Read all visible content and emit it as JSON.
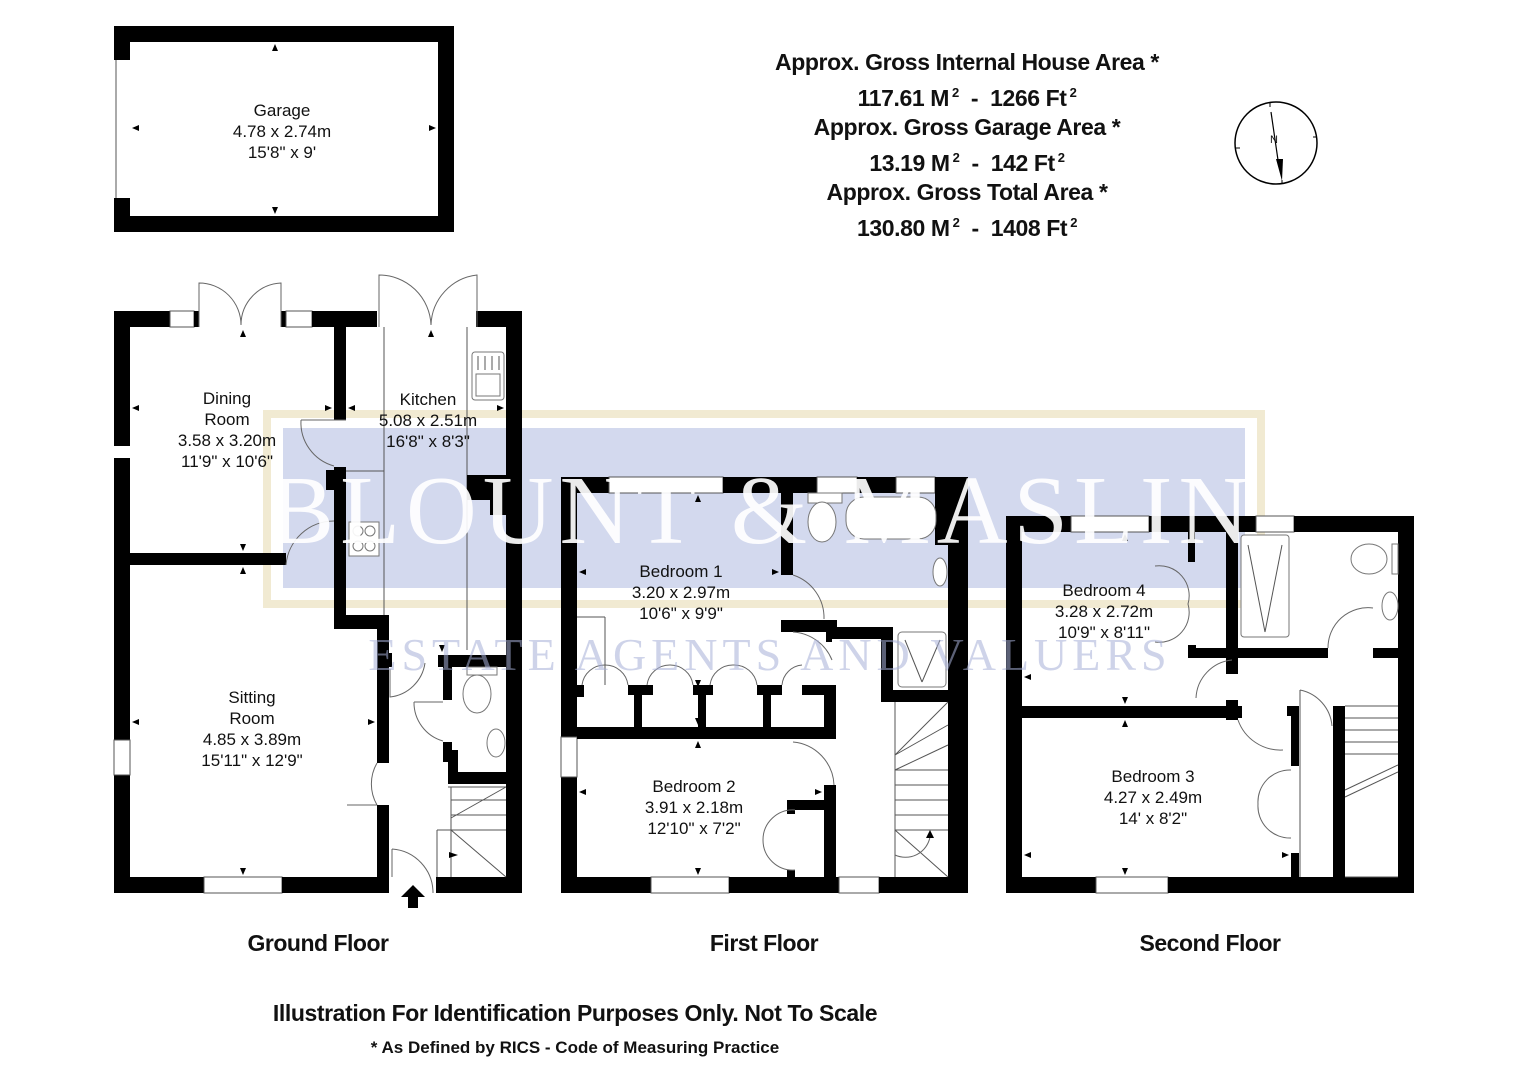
{
  "areas": {
    "house_label": "Approx. Gross Internal House Area *",
    "house_metric": "117.61 M",
    "house_imperial": "1266 Ft",
    "garage_label": "Approx. Gross Garage Area *",
    "garage_metric": "13.19 M",
    "garage_imperial": "142 Ft",
    "total_label": "Approx. Gross Total Area *",
    "total_metric": "130.80 M",
    "total_imperial": "1408 Ft",
    "squared": "2",
    "separator": "-"
  },
  "compass": {
    "icon": "north-compass-icon",
    "label": "N"
  },
  "watermark": {
    "name": "BLOUNT & MASLIN",
    "subtitle": "ESTATE AGENTS AND VALUERS",
    "colors": {
      "panel": "#d3d9ee",
      "border": "#f1ead2"
    }
  },
  "rooms": {
    "garage": {
      "name": "Garage",
      "metric": "4.78 x 2.74m",
      "imperial": "15'8\" x 9'"
    },
    "dining": {
      "name_line1": "Dining",
      "name_line2": "Room",
      "metric": "3.58 x 3.20m",
      "imperial": "11'9\" x 10'6\""
    },
    "kitchen": {
      "name": "Kitchen",
      "metric": "5.08 x 2.51m",
      "imperial": "16'8\" x 8'3\""
    },
    "sitting": {
      "name_line1": "Sitting",
      "name_line2": "Room",
      "metric": "4.85 x 3.89m",
      "imperial": "15'11\" x 12'9\""
    },
    "bedroom1": {
      "name": "Bedroom 1",
      "metric": "3.20 x 2.97m",
      "imperial": "10'6\" x 9'9\""
    },
    "bedroom2": {
      "name": "Bedroom 2",
      "metric": "3.91 x 2.18m",
      "imperial": "12'10\" x 7'2\""
    },
    "bedroom4": {
      "name": "Bedroom 4",
      "metric": "3.28 x 2.72m",
      "imperial": "10'9\" x 8'11\""
    },
    "bedroom3": {
      "name": "Bedroom 3",
      "metric": "4.27 x 2.49m",
      "imperial": "14' x 8'2\""
    }
  },
  "floors": {
    "ground": "Ground Floor",
    "first": "First Floor",
    "second": "Second Floor"
  },
  "footer": {
    "disclaimer": "Illustration For Identification Purposes Only. Not To Scale",
    "rics_note": "* As Defined by RICS - Code of Measuring Practice"
  }
}
